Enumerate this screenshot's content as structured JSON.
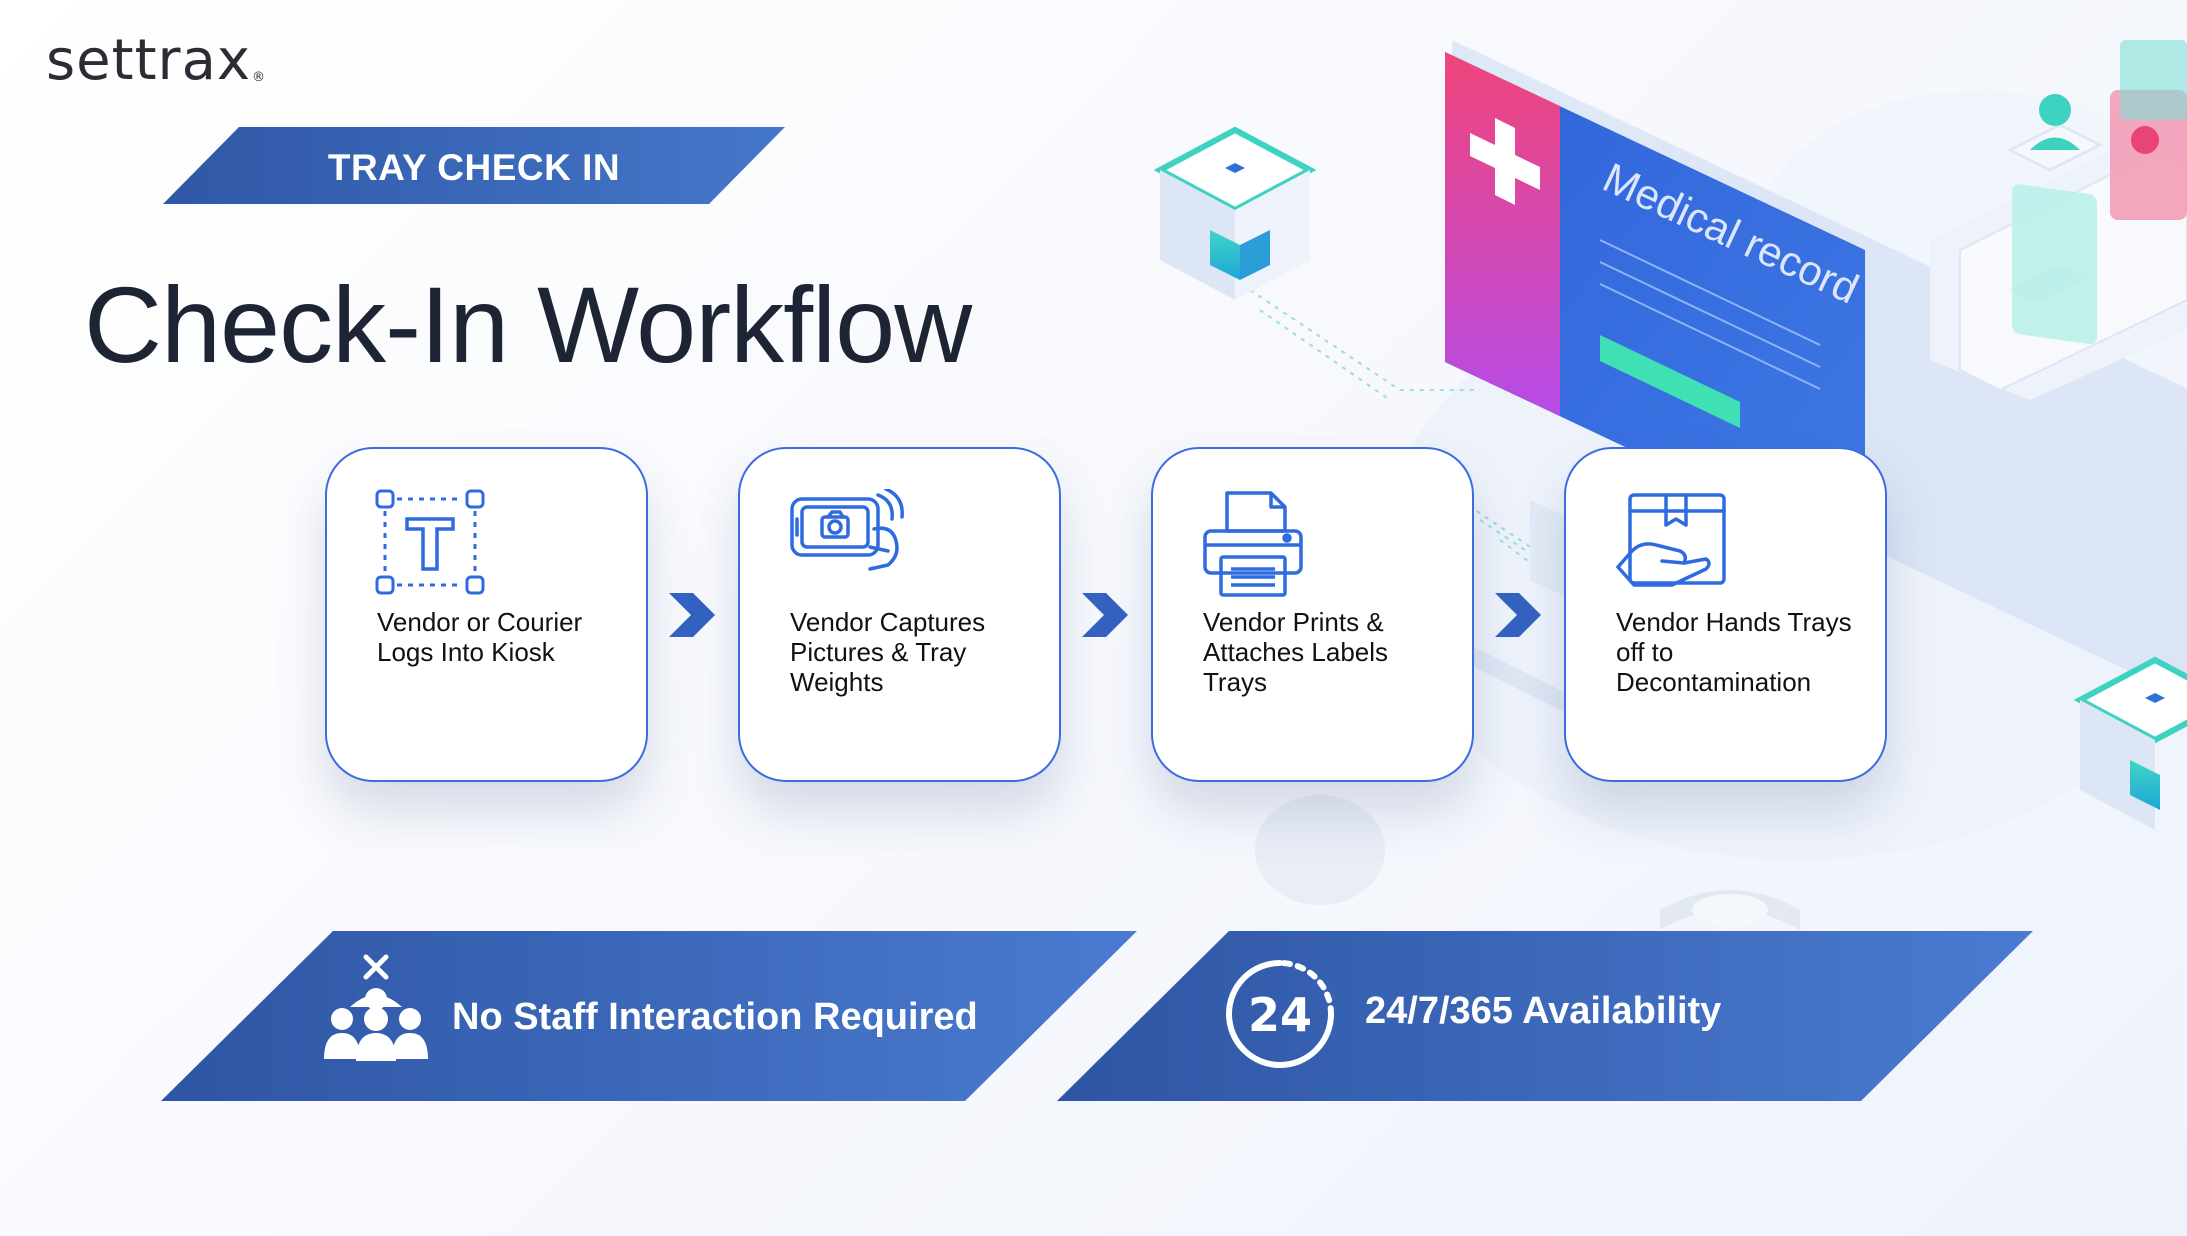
{
  "logo": {
    "text": "settrax",
    "reg_mark": "®"
  },
  "section_banner": {
    "label": "TRAY CHECK IN"
  },
  "page_title": "Check-In Workflow",
  "steps": [
    {
      "label": "Vendor or Courier\nLogs Into Kiosk",
      "icon": "text-tool-icon"
    },
    {
      "label": "Vendor Captures\nPictures & Tray\nWeights",
      "icon": "camera-scan-icon"
    },
    {
      "label": "Vendor Prints &\nAttaches Labels\nTrays",
      "icon": "printer-icon"
    },
    {
      "label": "Vendor Hands Trays\noff to\nDecontamination",
      "icon": "box-hand-icon"
    }
  ],
  "features": [
    {
      "label": "No Staff Interaction Required",
      "icon": "no-staff-icon"
    },
    {
      "label": "24/7/365 Availability",
      "icon": "clock-24-icon",
      "icon_text": "24"
    }
  ],
  "illustration": {
    "monitor_text": "Medical record"
  },
  "colors": {
    "accent_blue": "#3a6ee0",
    "banner_blue_start": "#2e55a3",
    "banner_blue_end": "#4a7bd0",
    "title_dark": "#1d2433",
    "teal": "#3ed2c0",
    "pink": "#e84477"
  }
}
